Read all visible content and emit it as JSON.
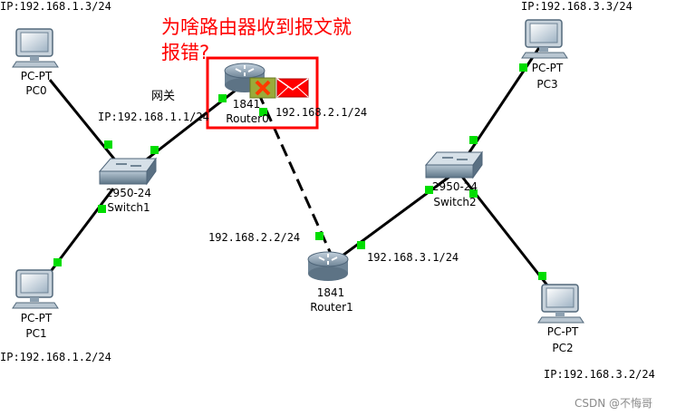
{
  "annotation": {
    "line1": "为啥路由器收到报文就",
    "line2": "报错?"
  },
  "gateway_label": "网关",
  "watermark": "CSDN @不悔哥",
  "devices": {
    "pc0": {
      "model": "PC-PT",
      "name": "PC0",
      "ip": "IP:192.168.1.3/24"
    },
    "pc1": {
      "model": "PC-PT",
      "name": "PC1",
      "ip": "IP:192.168.1.2/24"
    },
    "pc2": {
      "model": "PC-PT",
      "name": "PC2",
      "ip": "IP:192.168.3.2/24"
    },
    "pc3": {
      "model": "PC-PT",
      "name": "PC3",
      "ip": "IP:192.168.3.3/24"
    },
    "switch1": {
      "model": "2950-24",
      "name": "Switch1"
    },
    "switch2": {
      "model": "2950-24",
      "name": "Switch2"
    },
    "router0": {
      "model": "1841",
      "name": "Router0"
    },
    "router1": {
      "model": "1841",
      "name": "Router1"
    }
  },
  "interfaces": {
    "r0_lan": "IP:192.168.1.1/24",
    "r0_wan": "192.168.2.1/24",
    "r1_wan": "192.168.2.2/24",
    "r1_lan": "192.168.3.1/24"
  },
  "colors": {
    "link": "#000000",
    "port_up": "#00dd00",
    "annotation": "#ff0000",
    "error_icon_bg": "#9aaa3a",
    "error_x": "#ff3a00",
    "envelope": "#ff0000"
  },
  "icons": [
    "pc-icon",
    "switch-icon",
    "router-icon",
    "error-x-icon",
    "envelope-icon"
  ]
}
